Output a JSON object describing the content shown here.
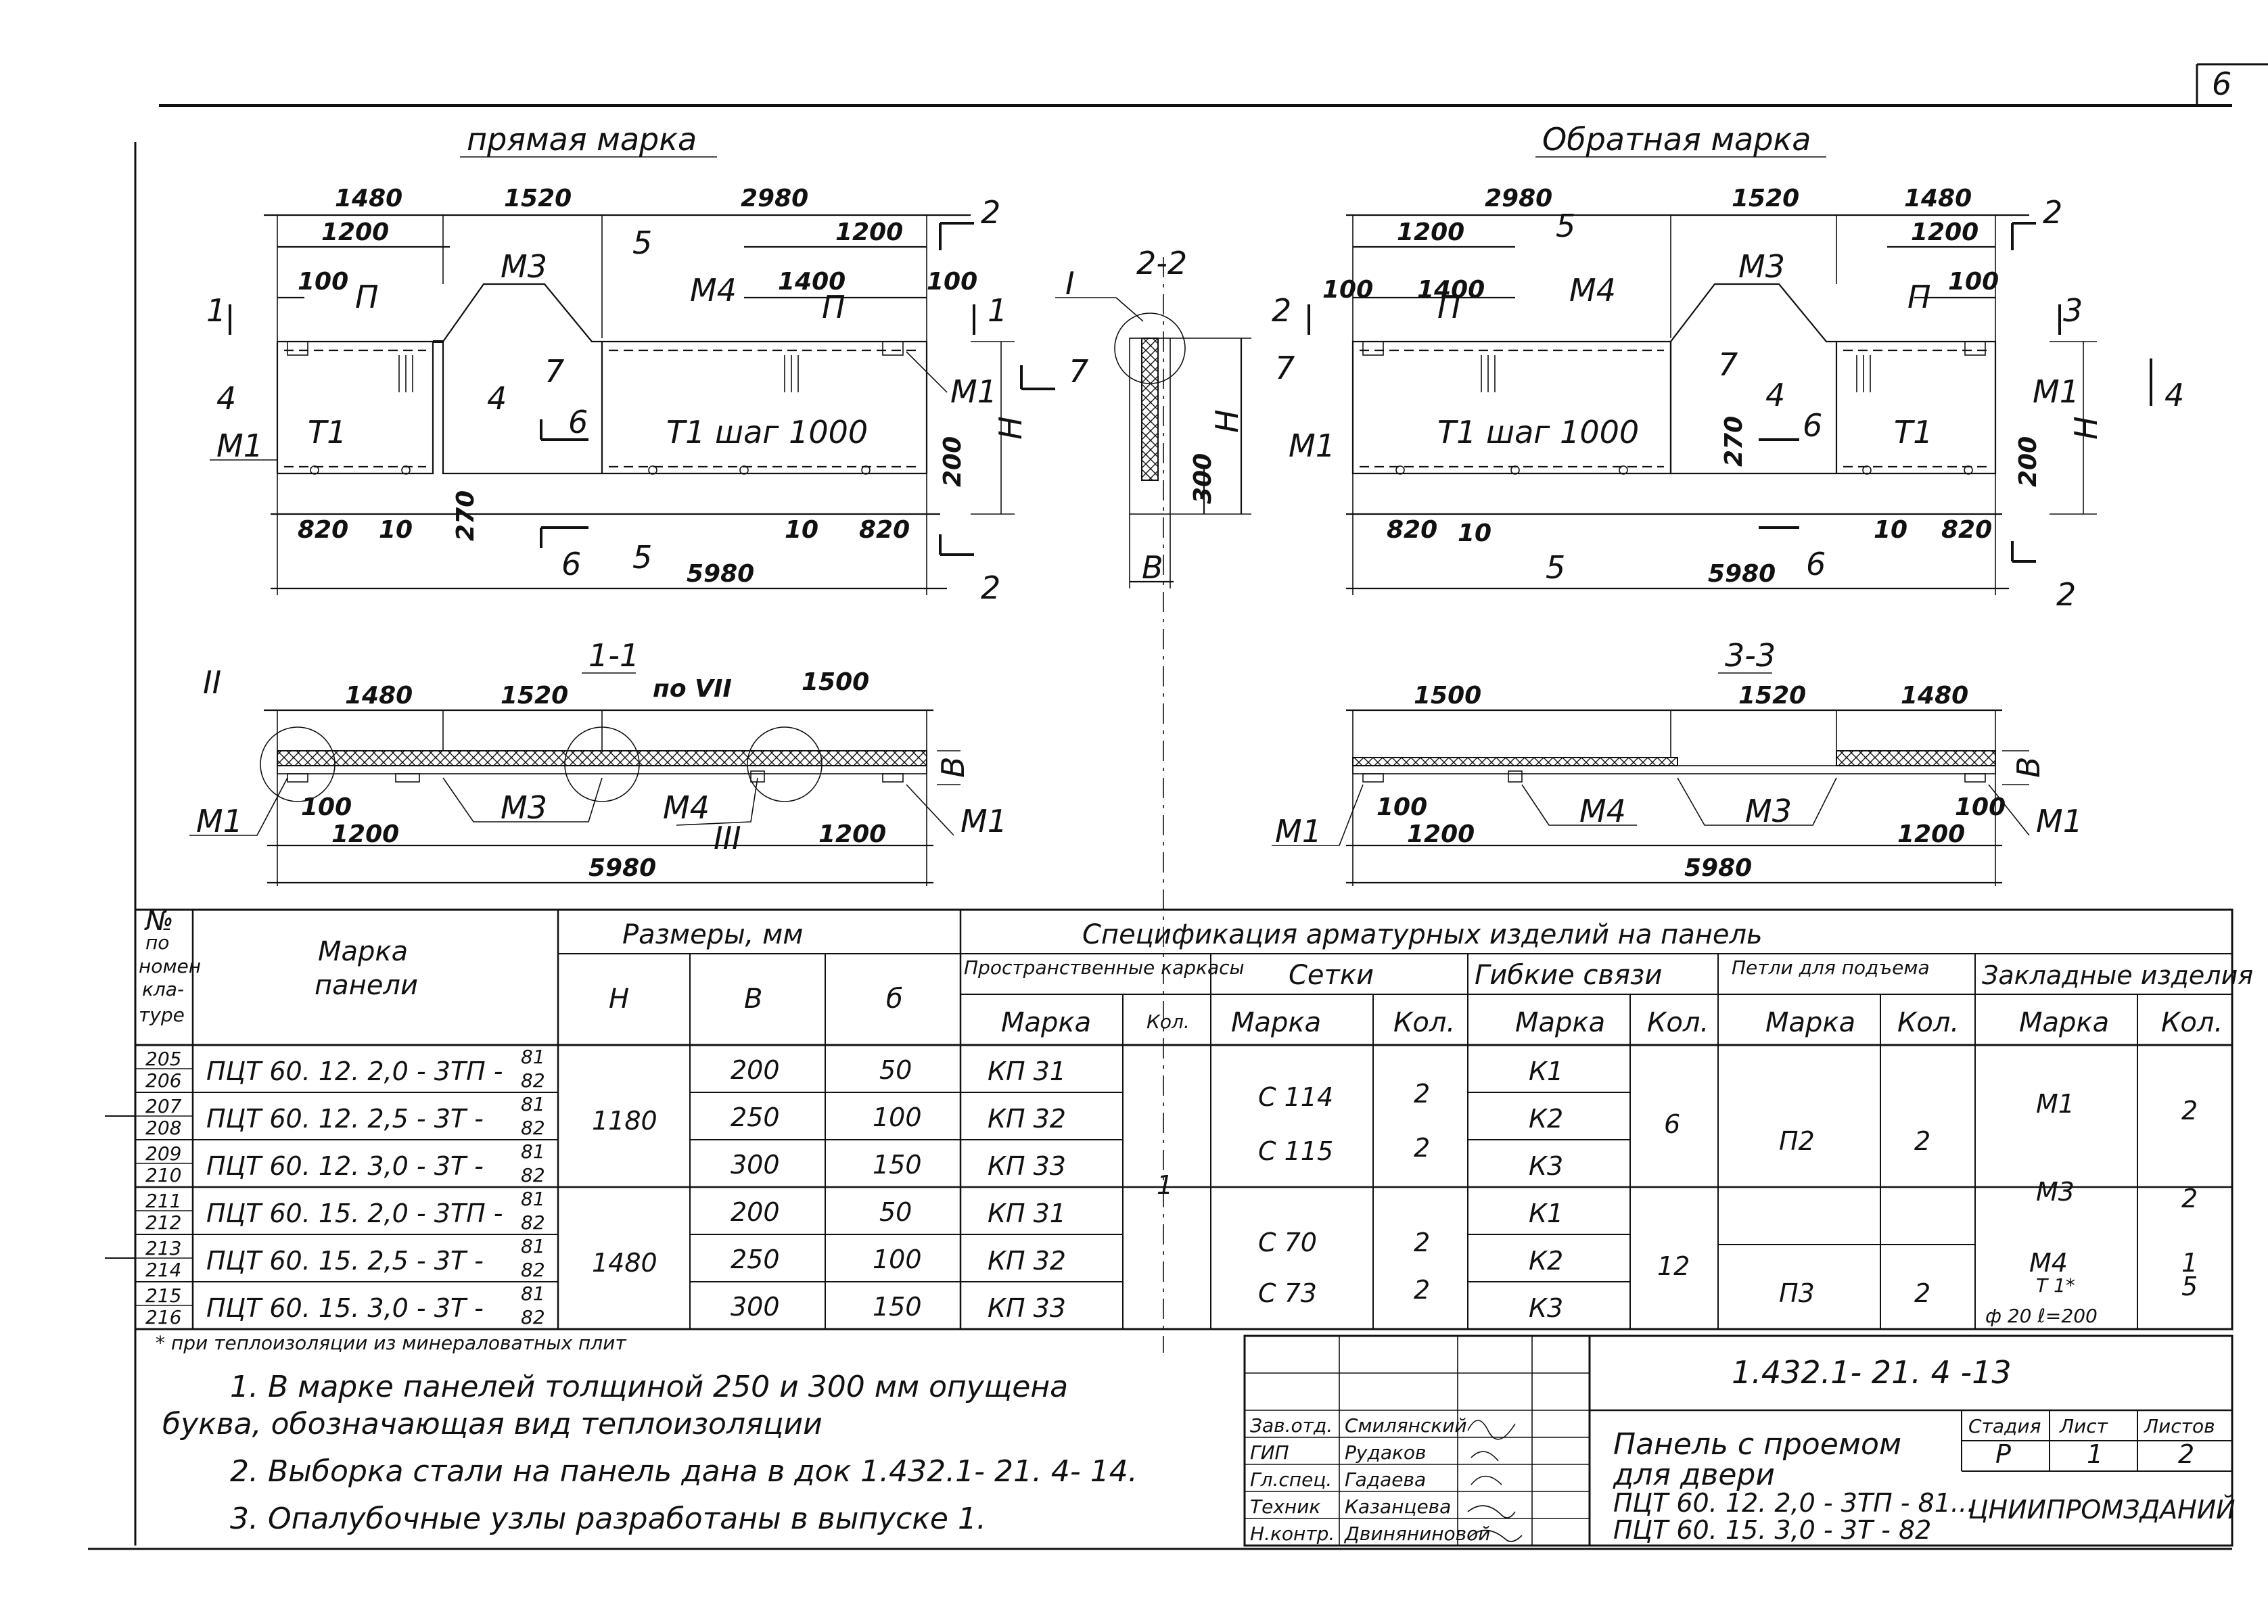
{
  "sheet": {
    "page_number": "6",
    "document_code": "1.432.1- 21. 4 -13",
    "title_lines": [
      "Панель с проемом",
      "для двери",
      "ПЦТ 60. 12. 2,0 - 3ТП - 81...",
      "ПЦТ 60. 15. 3,0 - 3Т - 82"
    ],
    "organization": "ЦНИИПРОМЗДАНИЙ"
  },
  "views": {
    "direct": {
      "title": "прямая марка",
      "dims_top": [
        "1480",
        "1520",
        "2980"
      ],
      "dims_second": [
        "1200",
        "1200"
      ],
      "dims_small": [
        "100",
        "1400",
        "100"
      ],
      "dims_bottom": [
        "820",
        "10",
        "10",
        "820"
      ],
      "overall": "5980",
      "side_dims": [
        "270",
        "200",
        "Н"
      ],
      "labels": [
        "П",
        "П",
        "М3",
        "М4",
        "М1",
        "М1",
        "Т1",
        "Т1 шаг 1000"
      ],
      "cuts": [
        "1",
        "1",
        "2",
        "2",
        "4",
        "4",
        "5",
        "5",
        "6",
        "6",
        "7",
        "7"
      ]
    },
    "reverse": {
      "title": "Обратная марка",
      "dims_top": [
        "2980",
        "1520",
        "1480"
      ],
      "dims_second": [
        "1200",
        "1200"
      ],
      "dims_small": [
        "100",
        "1400",
        "100"
      ],
      "dims_bottom": [
        "820",
        "10",
        "10",
        "820"
      ],
      "overall": "5980",
      "side_dims": [
        "270",
        "200",
        "Н"
      ],
      "labels": [
        "П",
        "П",
        "М3",
        "М4",
        "М1",
        "М1",
        "Т1",
        "Т1 шаг 1000"
      ],
      "cuts": [
        "2",
        "2",
        "3",
        "3",
        "4",
        "4",
        "5",
        "5",
        "6",
        "6",
        "7",
        "7"
      ]
    },
    "section_2_2": {
      "title": "2-2",
      "callout": "I",
      "dims": [
        "Н",
        "300",
        "В"
      ]
    },
    "section_1_1": {
      "title": "1-1",
      "dims_top": [
        "1480",
        "1520",
        "1500"
      ],
      "dims_bottom": [
        "100",
        "1200",
        "1200"
      ],
      "overall": "5980",
      "labels": [
        "II",
        "по VII",
        "М1",
        "М3",
        "М4",
        "III",
        "М1",
        "В"
      ]
    },
    "section_3_3": {
      "title": "3-3",
      "dims_top": [
        "1500",
        "1520",
        "1480"
      ],
      "dims_bottom": [
        "100",
        "1200",
        "100",
        "1200"
      ],
      "overall": "5980",
      "labels": [
        "М1",
        "М4",
        "М3",
        "М1",
        "В"
      ]
    }
  },
  "table": {
    "headers": {
      "num": [
        "№",
        "по",
        "номен",
        "кла-",
        "туре"
      ],
      "mark": [
        "Марка",
        "панели"
      ],
      "sizes": "Размеры, мм",
      "size_cols": [
        "Н",
        "В",
        "б"
      ],
      "spec": "Спецификация    арматурных    изделий    на    панель",
      "groups": [
        "Пространственные каркасы",
        "Сетки",
        "Гибкие связи",
        "Петли для подъема",
        "Закладные изделия"
      ],
      "sub": [
        "Марка",
        "Кол.",
        "Марка",
        "Кол.",
        "Марка",
        "Кол.",
        "Марка",
        "Кол.",
        "Марка",
        "Кол."
      ]
    },
    "rows": [
      {
        "nums": [
          "205",
          "206"
        ],
        "mark": "ПЦТ 60. 12. 2,0 - 3ТП -",
        "suffix": [
          "81",
          "82"
        ],
        "B": "200",
        "b": "50",
        "frame": "КП 31"
      },
      {
        "nums": [
          "207",
          "208"
        ],
        "mark": "ПЦТ 60. 12. 2,5 - 3Т -",
        "suffix": [
          "81",
          "82"
        ],
        "B": "250",
        "b": "100",
        "frame": "КП 32"
      },
      {
        "nums": [
          "209",
          "210"
        ],
        "mark": "ПЦТ 60. 12. 3,0 - 3Т -",
        "suffix": [
          "81",
          "82"
        ],
        "B": "300",
        "b": "150",
        "frame": "КП 33"
      },
      {
        "nums": [
          "211",
          "212"
        ],
        "mark": "ПЦТ 60. 15. 2,0 - 3ТП -",
        "suffix": [
          "81",
          "82"
        ],
        "B": "200",
        "b": "50",
        "frame": "КП 31"
      },
      {
        "nums": [
          "213",
          "214"
        ],
        "mark": "ПЦТ 60. 15. 2,5 - 3Т -",
        "suffix": [
          "81",
          "82"
        ],
        "B": "250",
        "b": "100",
        "frame": "КП 32"
      },
      {
        "nums": [
          "215",
          "216"
        ],
        "mark": "ПЦТ 60. 15. 3,0 - 3Т -",
        "suffix": [
          "81",
          "82"
        ],
        "B": "300",
        "b": "150",
        "frame": "КП 33"
      }
    ],
    "H_values": [
      "1180",
      "1480"
    ],
    "frame_qty": "1",
    "nets": [
      {
        "mark": "С 114",
        "qty": "2"
      },
      {
        "mark": "С 115",
        "qty": "2"
      },
      {
        "mark": "С 70",
        "qty": "2"
      },
      {
        "mark": "С 73",
        "qty": "2"
      }
    ],
    "ties": [
      "К1",
      "К2",
      "К3",
      "К1",
      "К2",
      "К3"
    ],
    "ties_qty": [
      "6",
      "12"
    ],
    "loops": [
      {
        "mark": "П2",
        "qty": "2"
      },
      {
        "mark": "П3",
        "qty": "2"
      }
    ],
    "embedded": [
      {
        "mark": "М1",
        "qty": "2"
      },
      {
        "mark": "М3",
        "qty": "2"
      },
      {
        "mark": "М4",
        "qty": "1"
      },
      {
        "mark": "Т 1*",
        "qty": "5"
      }
    ],
    "embedded_note": "ф 20   ℓ=200"
  },
  "notes": {
    "footnote": "* при теплоизоляции из минераловатных плит",
    "items": [
      "1. В марке панелей толщиной  250 и 300 мм  опущена",
      "буква, обозначающая вид теплоизоляции",
      "2. Выборка  стали  на  панель  дана  в  док  1.432.1- 21. 4- 14.",
      "3. Опалубочные  узлы  разработаны  в  выпуске 1."
    ]
  },
  "stamp": {
    "people": [
      {
        "role": "Зав.отд.",
        "name": "Смилянский"
      },
      {
        "role": "ГИП",
        "name": "Рудаков"
      },
      {
        "role": "Гл.спец.",
        "name": "Гадаева"
      },
      {
        "role": "Техник",
        "name": "Казанцева"
      },
      {
        "role": "Н.контр.",
        "name": "Двиняниновой"
      }
    ],
    "headers": [
      "Стадия",
      "Лист",
      "Листов"
    ],
    "values": [
      "Р",
      "1",
      "2"
    ]
  }
}
